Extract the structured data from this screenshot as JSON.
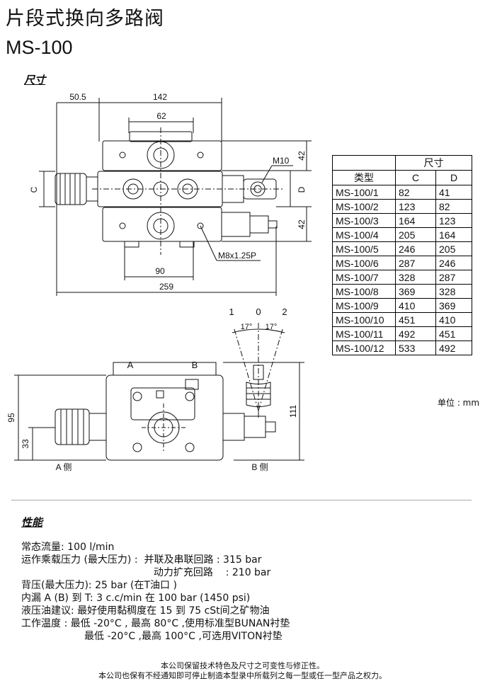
{
  "title": "片段式换向多路阀",
  "model": "MS-100",
  "section_dims": "尺寸",
  "section_perf": "性能",
  "drawing": {
    "dim_505": "50.5",
    "dim_142": "142",
    "dim_62": "62",
    "dim_42a": "42",
    "dim_42b": "42",
    "label_m10": "M10",
    "label_c": "C",
    "label_d": "D",
    "label_m8": "M8x1.25P",
    "dim_90": "90",
    "dim_259": "259",
    "pos_1": "1",
    "pos_0": "0",
    "pos_2": "2",
    "angle_l": "17°",
    "angle_r": "17°",
    "port_a": "A",
    "port_b": "B",
    "dim_95": "95",
    "dim_33": "33",
    "dim_111": "111",
    "side_a": "A 侧",
    "side_b": "B 侧"
  },
  "table": {
    "header_top": "尺寸",
    "header_type": "类型",
    "header_c": "C",
    "header_d": "D",
    "rows": [
      [
        "MS-100/1",
        "82",
        "41"
      ],
      [
        "MS-100/2",
        "123",
        "82"
      ],
      [
        "MS-100/3",
        "164",
        "123"
      ],
      [
        "MS-100/4",
        "205",
        "164"
      ],
      [
        "MS-100/5",
        "246",
        "205"
      ],
      [
        "MS-100/6",
        "287",
        "246"
      ],
      [
        "MS-100/7",
        "328",
        "287"
      ],
      [
        "MS-100/8",
        "369",
        "328"
      ],
      [
        "MS-100/9",
        "410",
        "369"
      ],
      [
        "MS-100/10",
        "451",
        "410"
      ],
      [
        "MS-100/11",
        "492",
        "451"
      ],
      [
        "MS-100/12",
        "533",
        "492"
      ]
    ]
  },
  "unit": "单位 : mm",
  "performance": [
    "常态流量: 100 l/min",
    "运作乘载压力 (最大压力) :  并联及串联回路 : 315 bar",
    "                                          动力扩充回路    : 210 bar",
    "背压(最大压力): 25 bar (在T油口 )",
    "内漏 A (B) 到 T: 3 c.c/min 在 100 bar (1450 psi)",
    "液压油建议: 最好使用黏稠度在 15 到 75 cSt间之矿物油",
    "工作温度 : 最低 -20°C , 最高 80°C ,使用标准型BUNAN衬垫",
    "                    最低 -20°C ,最高 100°C ,可选用VITON衬垫"
  ],
  "footer": [
    "本公司保留技术特色及尺寸之可变性与修正性。",
    "本公司也保有不经通知即可停止制造本型录中所载列之每一型或任一型产品之权力。"
  ]
}
